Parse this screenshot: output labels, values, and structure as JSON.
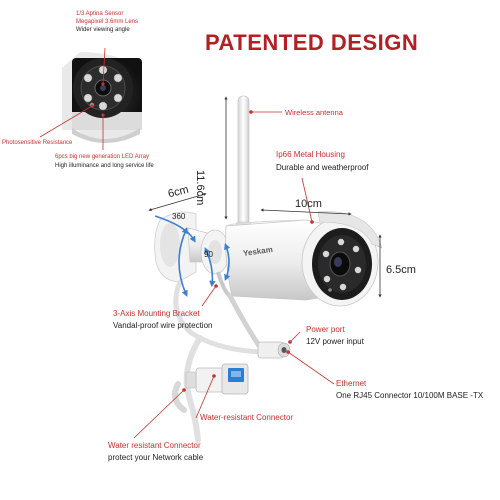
{
  "title": "PATENTED DESIGN",
  "brand": "Yeskam",
  "inset": {
    "sensor_line1": "1/3 Aptina Sensor",
    "sensor_line2": "Megapixel 3.6mm Lens",
    "sensor_line3": "Wider viewing angle",
    "photosensitive": "Photosensitive Resistance",
    "led_line1": "6pcs big new generation LED Array",
    "led_line2": "High illuminance and long service life"
  },
  "callouts": {
    "antenna": "Wireless antenna",
    "housing_title": "Ip66 Metal Housing",
    "housing_sub": "Durable and weatherproof",
    "bracket_title": "3-Axis Mounting Bracket",
    "bracket_sub": "Vandal-proof wire protection",
    "power_title": "Power port",
    "power_sub": "12V power input",
    "ethernet_title": "Ethernet",
    "ethernet_sub": "One RJ45 Connector 10/100M BASE -TX",
    "water_connector": "Water-resistant Connector",
    "water2_title": "Water resistant Connector",
    "water2_sub": "protect your Network cable"
  },
  "dimensions": {
    "height": "11.6cm",
    "bracket_width": "6cm",
    "length": "10cm",
    "diameter": "6.5cm",
    "rotate_360": "360",
    "rotate_90": "90"
  },
  "colors": {
    "accent_red": "#c8312d",
    "title_red": "#b41f24",
    "arrow_blue": "#3d7fd1",
    "body_white": "#f2f2f2",
    "body_shadow": "#c9c9c9",
    "lens_black": "#1a1a1a",
    "cable_blue": "#2a7fd4"
  }
}
